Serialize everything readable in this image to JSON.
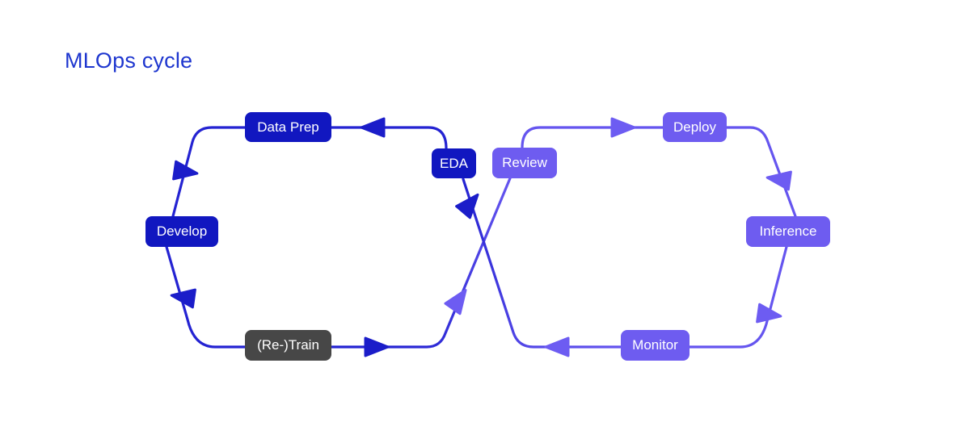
{
  "title": "MLOps cycle",
  "colors": {
    "title_text": "#1e36cf",
    "node_dark_blue": "#1117c0",
    "node_gray": "#474747",
    "node_purple": "#6e5cf0",
    "edge_dark": "#2423d2",
    "edge_light": "#6555ef",
    "arrow_dark": "#1b1dc9",
    "arrow_light": "#6d5cf2",
    "node_text": "#ffffff",
    "background": "#ffffff"
  },
  "diagram": {
    "type": "figure-eight-cycle",
    "nodes": [
      {
        "id": "data-prep",
        "label": "Data Prep",
        "style": "dark-blue"
      },
      {
        "id": "eda",
        "label": "EDA",
        "style": "dark-blue"
      },
      {
        "id": "develop",
        "label": "Develop",
        "style": "dark-blue"
      },
      {
        "id": "retrain",
        "label": "(Re-)Train",
        "style": "gray"
      },
      {
        "id": "review",
        "label": "Review",
        "style": "purple"
      },
      {
        "id": "deploy",
        "label": "Deploy",
        "style": "purple"
      },
      {
        "id": "inference",
        "label": "Inference",
        "style": "purple"
      },
      {
        "id": "monitor",
        "label": "Monitor",
        "style": "purple"
      }
    ],
    "edges": [
      {
        "from": "eda",
        "to": "data-prep"
      },
      {
        "from": "data-prep",
        "to": "develop"
      },
      {
        "from": "develop",
        "to": "retrain"
      },
      {
        "from": "retrain",
        "to": "review"
      },
      {
        "from": "review",
        "to": "deploy"
      },
      {
        "from": "deploy",
        "to": "inference"
      },
      {
        "from": "inference",
        "to": "monitor"
      },
      {
        "from": "monitor",
        "to": "eda"
      }
    ]
  }
}
